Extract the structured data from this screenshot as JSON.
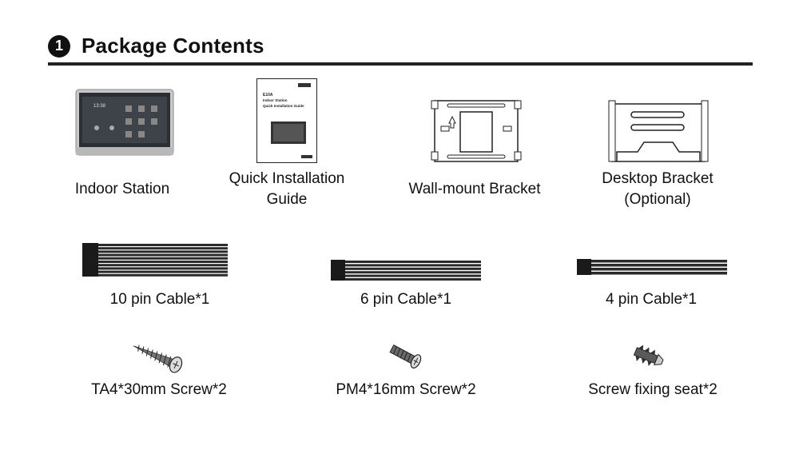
{
  "section": {
    "number": "1",
    "title": "Package Contents"
  },
  "items": [
    {
      "label": "Indoor Station",
      "icon": "indoor-station"
    },
    {
      "label_line1": "Quick Installation",
      "label_line2": "Guide",
      "icon": "manual"
    },
    {
      "label": "Wall-mount Bracket",
      "icon": "wall-bracket"
    },
    {
      "label_line1": "Desktop Bracket",
      "label_line2": "(Optional)",
      "icon": "desktop-bracket"
    },
    {
      "label": "10 pin Cable*1",
      "icon": "cable"
    },
    {
      "label": "6 pin Cable*1",
      "icon": "cable"
    },
    {
      "label": "4 pin Cable*1",
      "icon": "cable"
    },
    {
      "label": "TA4*30mm Screw*2",
      "icon": "screw"
    },
    {
      "label": "PM4*16mm Screw*2",
      "icon": "screw"
    },
    {
      "label": "Screw fixing seat*2",
      "icon": "anchor"
    }
  ],
  "manual_text": {
    "line1": "E10A",
    "line2": "Indoor Station",
    "line3": "Quick Installation Guide"
  }
}
